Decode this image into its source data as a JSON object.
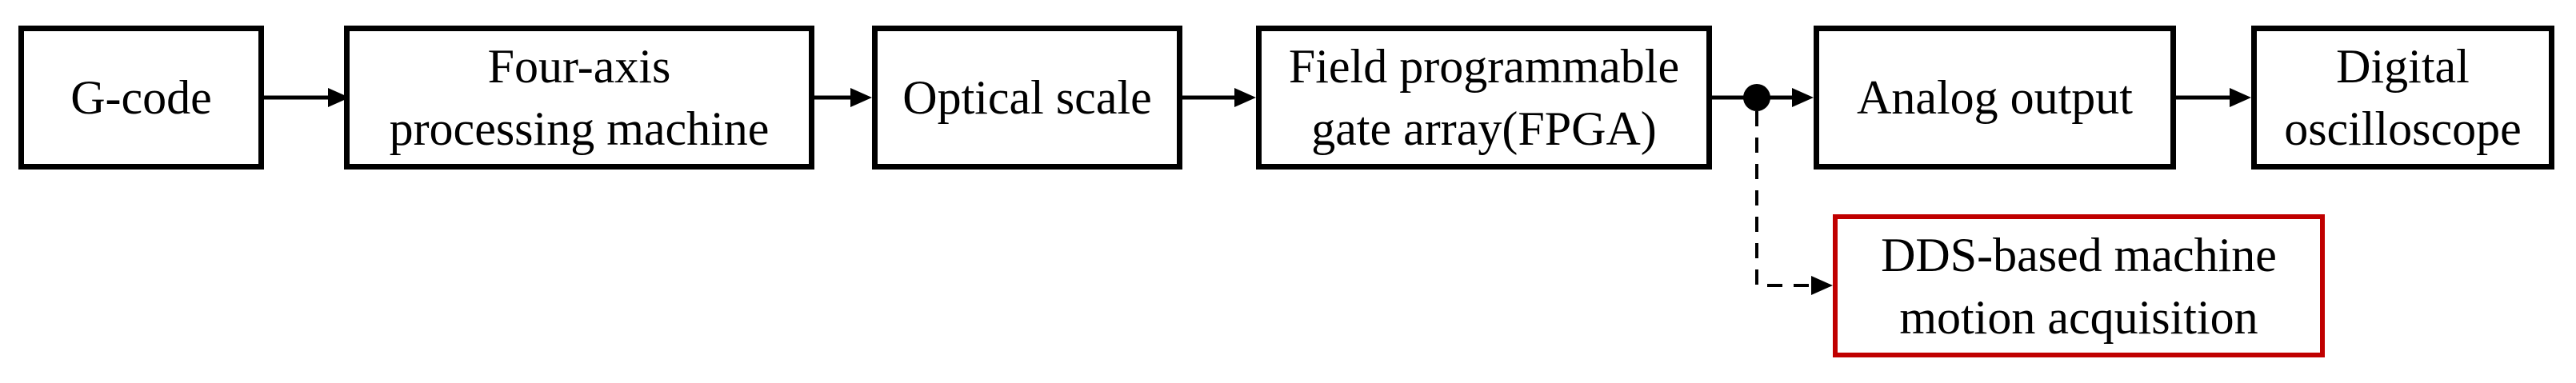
{
  "figure": {
    "type": "block-diagram",
    "background": "#ffffff",
    "colors": {
      "background": "#ffffff",
      "box_border": "#000000",
      "text": "#000000",
      "highlight_border": "#c00000"
    },
    "nodes": {
      "g_code": {
        "label": "G-code",
        "highlighted": false
      },
      "four_axis_machine": {
        "label": "Four-axis\nprocessing machine",
        "highlighted": false
      },
      "optical_scale": {
        "label": "Optical scale",
        "highlighted": false
      },
      "fpga": {
        "label": "Field programmable\ngate array(FPGA)",
        "highlighted": false
      },
      "analog_output": {
        "label": "Analog output",
        "highlighted": false
      },
      "digital_oscilloscope": {
        "label": "Digital\noscilloscope",
        "highlighted": false
      },
      "dds_acquisition": {
        "label": "DDS-based machine\nmotion acquisition",
        "highlighted": true
      }
    },
    "connectors": [
      {
        "from": "g_code",
        "to": "four_axis_machine",
        "style": "solid-arrow"
      },
      {
        "from": "four_axis_machine",
        "to": "optical_scale",
        "style": "solid-arrow"
      },
      {
        "from": "optical_scale",
        "to": "fpga",
        "style": "solid-arrow"
      },
      {
        "from": "fpga",
        "to": "analog_output",
        "style": "solid-arrow",
        "junction_dot": true
      },
      {
        "from": "analog_output",
        "to": "digital_oscilloscope",
        "style": "solid-arrow"
      },
      {
        "from": "fpga_junction",
        "to": "dds_acquisition",
        "style": "dashed-arrow"
      }
    ]
  }
}
